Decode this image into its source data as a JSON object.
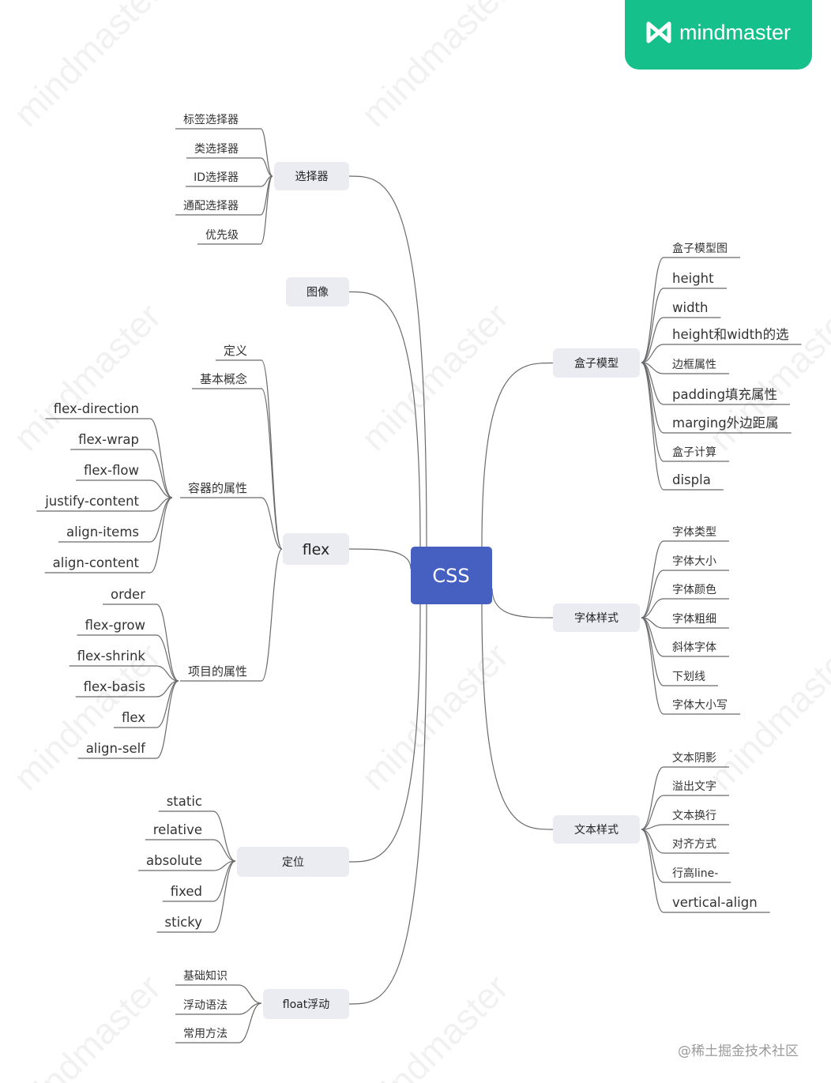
{
  "brand": {
    "logo_text": "mindmaster",
    "watermark": "mindmaster",
    "accent": "#16c08a"
  },
  "footer": {
    "credit": "@稀土掘金技术社区"
  },
  "colors": {
    "root_fill": "#4660c2",
    "branch_fill": "#eaecf1",
    "line": "#6a6a6a"
  },
  "root": {
    "label": "CSS"
  },
  "branches": [
    {
      "label": "选择器",
      "children": [
        {
          "label": "标签选择器"
        },
        {
          "label": "类选择器"
        },
        {
          "label": "ID选择器"
        },
        {
          "label": "通配选择器"
        },
        {
          "label": "优先级"
        }
      ]
    },
    {
      "label": "图像",
      "children": []
    },
    {
      "label": "flex",
      "children": [
        {
          "label": "定义"
        },
        {
          "label": "基本概念"
        },
        {
          "label": "容器的属性",
          "children": [
            {
              "label": "flex-direction"
            },
            {
              "label": "flex-wrap"
            },
            {
              "label": "flex-flow"
            },
            {
              "label": "justify-content"
            },
            {
              "label": "align-items"
            },
            {
              "label": "align-content"
            }
          ]
        },
        {
          "label": "项目的属性",
          "children": [
            {
              "label": "order"
            },
            {
              "label": "flex-grow"
            },
            {
              "label": "flex-shrink"
            },
            {
              "label": "flex-basis"
            },
            {
              "label": "flex"
            },
            {
              "label": "align-self"
            }
          ]
        }
      ]
    },
    {
      "label": "定位",
      "children": [
        {
          "label": "static"
        },
        {
          "label": "relative"
        },
        {
          "label": "absolute"
        },
        {
          "label": "fixed"
        },
        {
          "label": "sticky"
        }
      ]
    },
    {
      "label": "float浮动",
      "children": [
        {
          "label": "基础知识"
        },
        {
          "label": "浮动语法"
        },
        {
          "label": "常用方法"
        }
      ]
    },
    {
      "label": "盒子模型",
      "children": [
        {
          "label": "盒子模型图"
        },
        {
          "label": "height"
        },
        {
          "label": "width"
        },
        {
          "label": "height和width的选"
        },
        {
          "label": "边框属性"
        },
        {
          "label": "padding填充属性"
        },
        {
          "label": "marging外边距属"
        },
        {
          "label": "盒子计算"
        },
        {
          "label": "displa"
        }
      ]
    },
    {
      "label": "字体样式",
      "children": [
        {
          "label": "字体类型"
        },
        {
          "label": "字体大小"
        },
        {
          "label": "字体颜色"
        },
        {
          "label": "字体粗细"
        },
        {
          "label": "斜体字体"
        },
        {
          "label": "下划线"
        },
        {
          "label": "字体大小写"
        }
      ]
    },
    {
      "label": "文本样式",
      "children": [
        {
          "label": "文本阴影"
        },
        {
          "label": "溢出文字"
        },
        {
          "label": "文本换行"
        },
        {
          "label": "对齐方式"
        },
        {
          "label": "行高line-"
        },
        {
          "label": "vertical-align"
        }
      ]
    }
  ]
}
